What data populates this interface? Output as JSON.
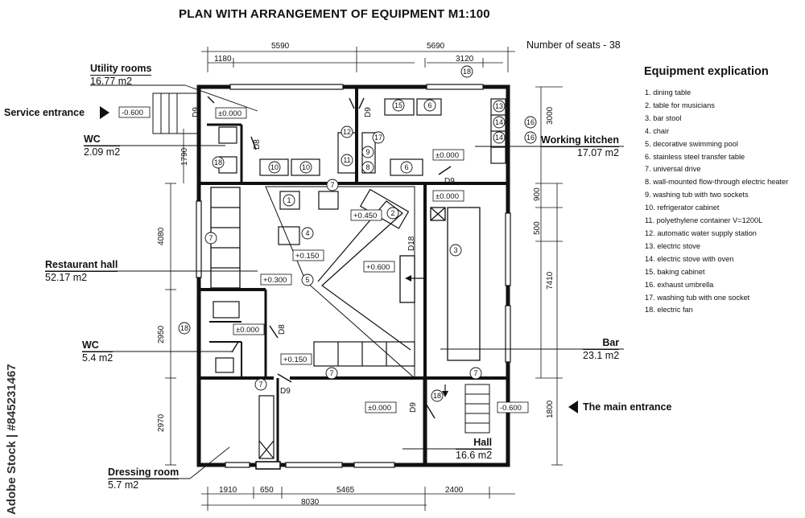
{
  "title": "PLAN WITH ARRANGEMENT OF EQUIPMENT M1:100",
  "seats": "Number of seats - 38",
  "explication": {
    "title": "Equipment explication",
    "items": [
      "1. dining table",
      "2. table for musicians",
      "3. bar stool",
      "4. chair",
      "5. decorative swimming pool",
      "6. stainless steel transfer table",
      "7. universal drive",
      "8. wall-mounted flow-through electric heater",
      "9. washing tub with two sockets",
      "10. refrigerator cabinet",
      "11. polyethylene container V=1200L",
      "12. automatic water supply station",
      "13. electric stove",
      "14. electric stove with oven",
      "15. baking cabinet",
      "16. exhaust umbrella",
      "17. washing tub with one socket",
      "18. electric fan"
    ]
  },
  "rooms": {
    "utility": {
      "name": "Utility rooms",
      "area": "16.77 m2"
    },
    "wc1": {
      "name": "WC",
      "area": "2.09 m2"
    },
    "restaurant": {
      "name": "Restaurant hall",
      "area": "52.17 m2"
    },
    "wc2": {
      "name": "WC",
      "area": "5.4 m2"
    },
    "dressing": {
      "name": "Dressing room",
      "area": "5.7 m2"
    },
    "kitchen": {
      "name": "Working kitchen",
      "area": "17.07 m2"
    },
    "bar": {
      "name": "Bar",
      "area": "23.1 m2"
    },
    "hall": {
      "name": "Hall",
      "area": "16.6 m2"
    }
  },
  "entrances": {
    "service": "Service entrance",
    "main": "The main entrance"
  },
  "dims": {
    "top1": "5590",
    "top2": "5690",
    "top3": "1180",
    "top4": "3120",
    "bottom1": "1910",
    "bottom2": "650",
    "bottom3": "5465",
    "bottom4": "2400",
    "bottom_total": "8030",
    "left1": "4080",
    "left2": "2950",
    "left3": "2970",
    "left4": "1790",
    "right1": "3000",
    "right2": "900",
    "right3": "500",
    "right4": "7410",
    "right5": "1800"
  },
  "levels": {
    "l1": "-0.600",
    "l2": "±0.000",
    "l3": "±0.000",
    "l4": "±0.000",
    "l5": "+0.450",
    "l6": "+0.150",
    "l7": "+0.600",
    "l8": "+0.300",
    "l9": "±0.000",
    "l10": "+0.150",
    "l11": "±0.000",
    "l12": "-0.600"
  },
  "doors": {
    "d1": "D9",
    "d2": "D8",
    "d3": "D9",
    "d4": "D9",
    "d5": "D18",
    "d6": "D8",
    "d7": "D9",
    "d8": "D9"
  },
  "marks": {
    "m1": "1",
    "m2": "2",
    "m3": "3",
    "m4": "4",
    "m5": "5",
    "m6": "6",
    "m7": "7",
    "m8": "8",
    "m9": "9",
    "m10": "10",
    "m11": "11",
    "m12": "12",
    "m13": "13",
    "m14": "14",
    "m15": "15",
    "m16": "16",
    "m17": "17",
    "m18": "18"
  },
  "watermark": "Adobe Stock | #845231467"
}
